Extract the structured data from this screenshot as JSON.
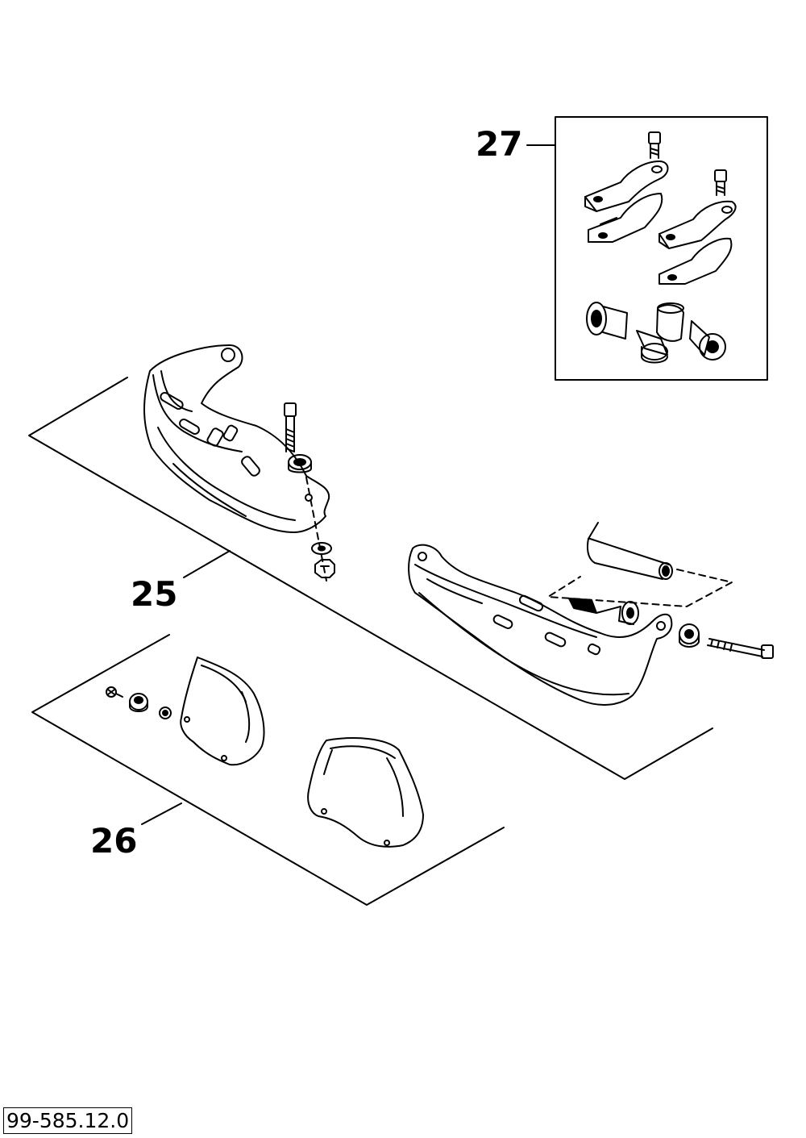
{
  "callouts": {
    "part_25": "25",
    "part_26": "26",
    "part_27": "27"
  },
  "document_number": "99-585.12.0",
  "colors": {
    "ink": "#000000",
    "paper": "#ffffff"
  }
}
